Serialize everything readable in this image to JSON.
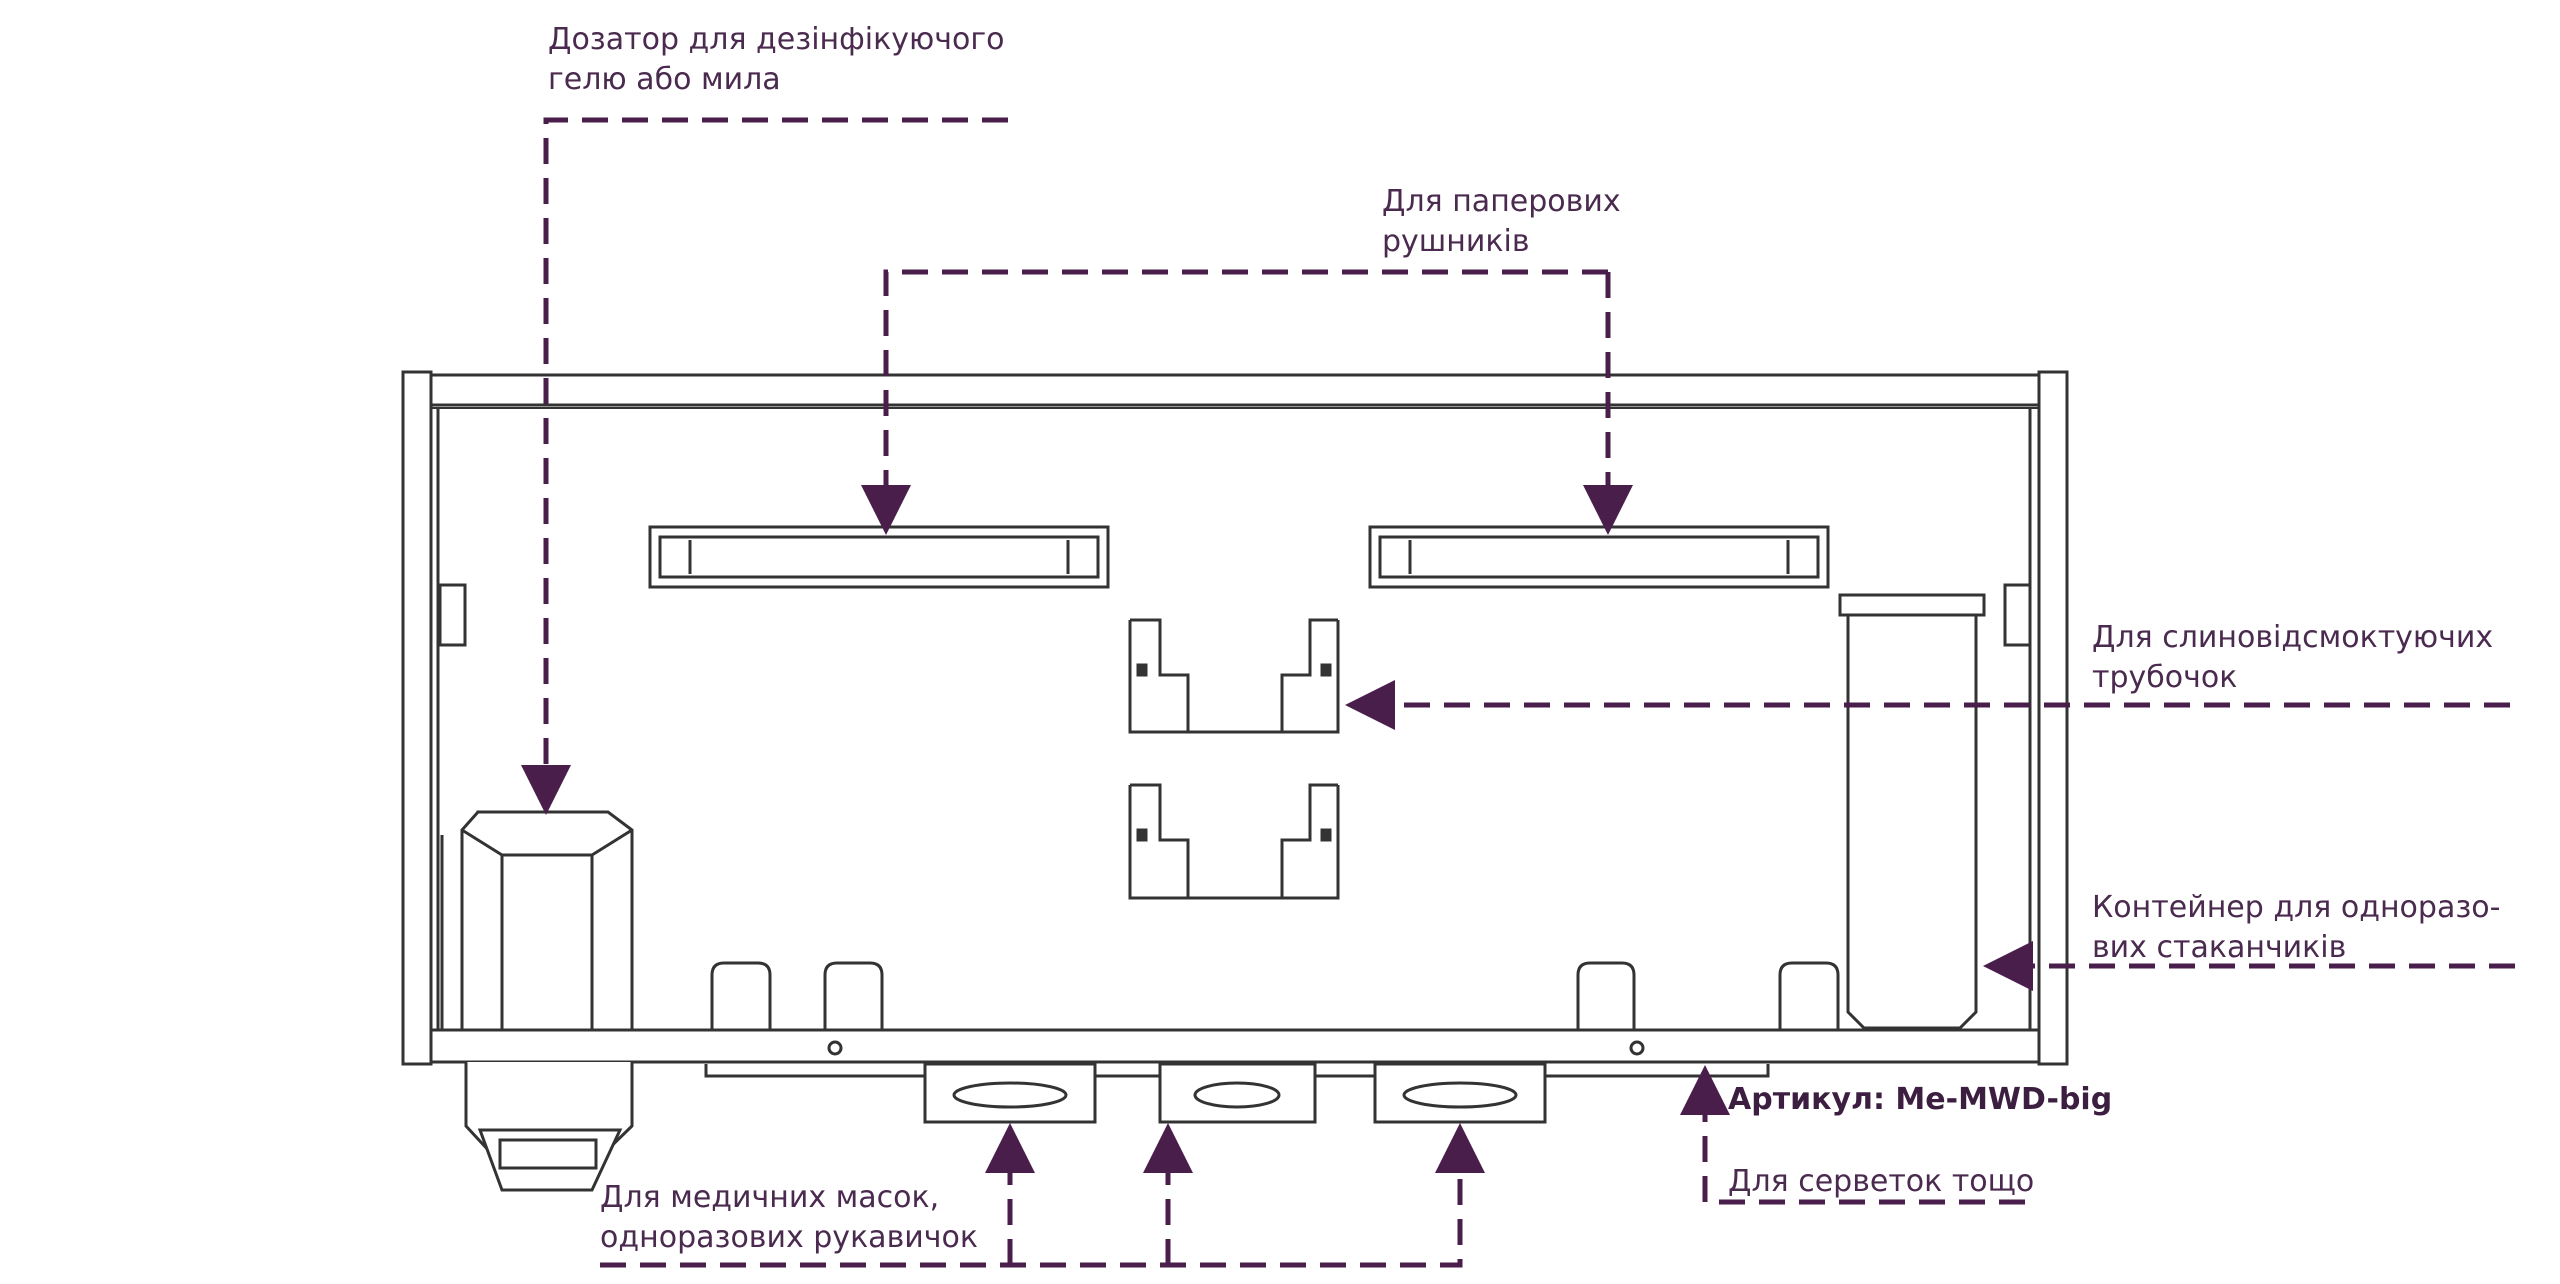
{
  "diagram": {
    "colors": {
      "annotation": "#4a1e4a",
      "outline": "#333333",
      "background": "#ffffff"
    },
    "labels": {
      "gel_dispenser": [
        "Дозатор для дезінфікуючого",
        "гелю або мила"
      ],
      "paper_towels": [
        "Для паперових",
        "рушників"
      ],
      "saliva_ejectors": [
        "Для слиновідсмоктуючих",
        "трубочок"
      ],
      "cup_container": [
        "Контейнер для одноразо-",
        "вих стаканчиків"
      ],
      "article": "Артикул: Me-MWD-big",
      "napkins": "Для серветок тощо",
      "masks_gloves": [
        "Для медичних масок,",
        "одноразових рукавичок"
      ]
    }
  }
}
